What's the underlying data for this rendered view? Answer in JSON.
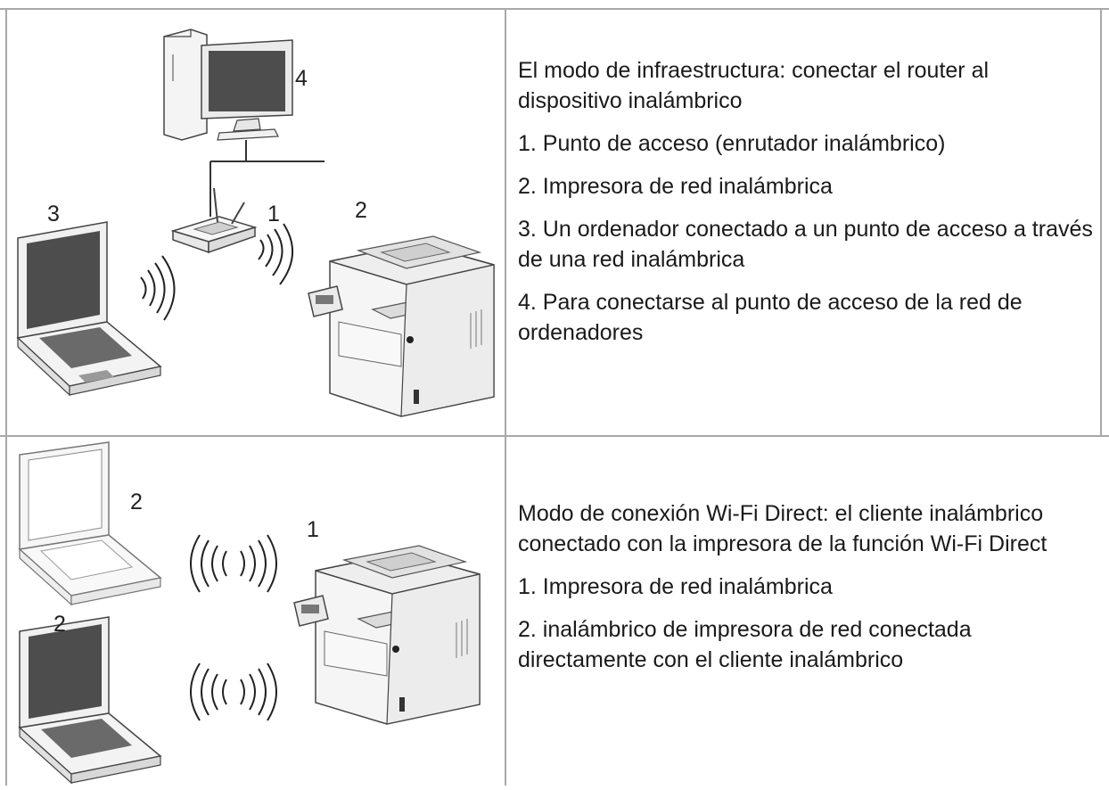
{
  "rows": [
    {
      "figure": {
        "labels": {
          "desktop": "4",
          "laptop": "3",
          "router": "1",
          "printer": "2"
        }
      },
      "text": [
        "El modo de infraestructura: conectar el router al dispositivo inalámbrico",
        "1. Punto de acceso (enrutador inalámbrico)",
        "2. Impresora de red inalámbrica",
        "3. Un ordenador conectado a un punto de acceso a través de una red inalámbrica",
        "4. Para conectarse al punto de acceso de la red de ordenadores"
      ]
    },
    {
      "figure": {
        "labels": {
          "laptop_top": "2",
          "printer": "1",
          "laptop_bottom": "2"
        }
      },
      "text": [
        "Modo de conexión Wi-Fi Direct: el cliente inalámbrico conectado con la impresora de la función Wi-Fi Direct",
        "1. Impresora de red inalámbrica",
        "2. inalámbrico de impresora de red conectada directamente con el cliente inalámbrico"
      ]
    }
  ]
}
